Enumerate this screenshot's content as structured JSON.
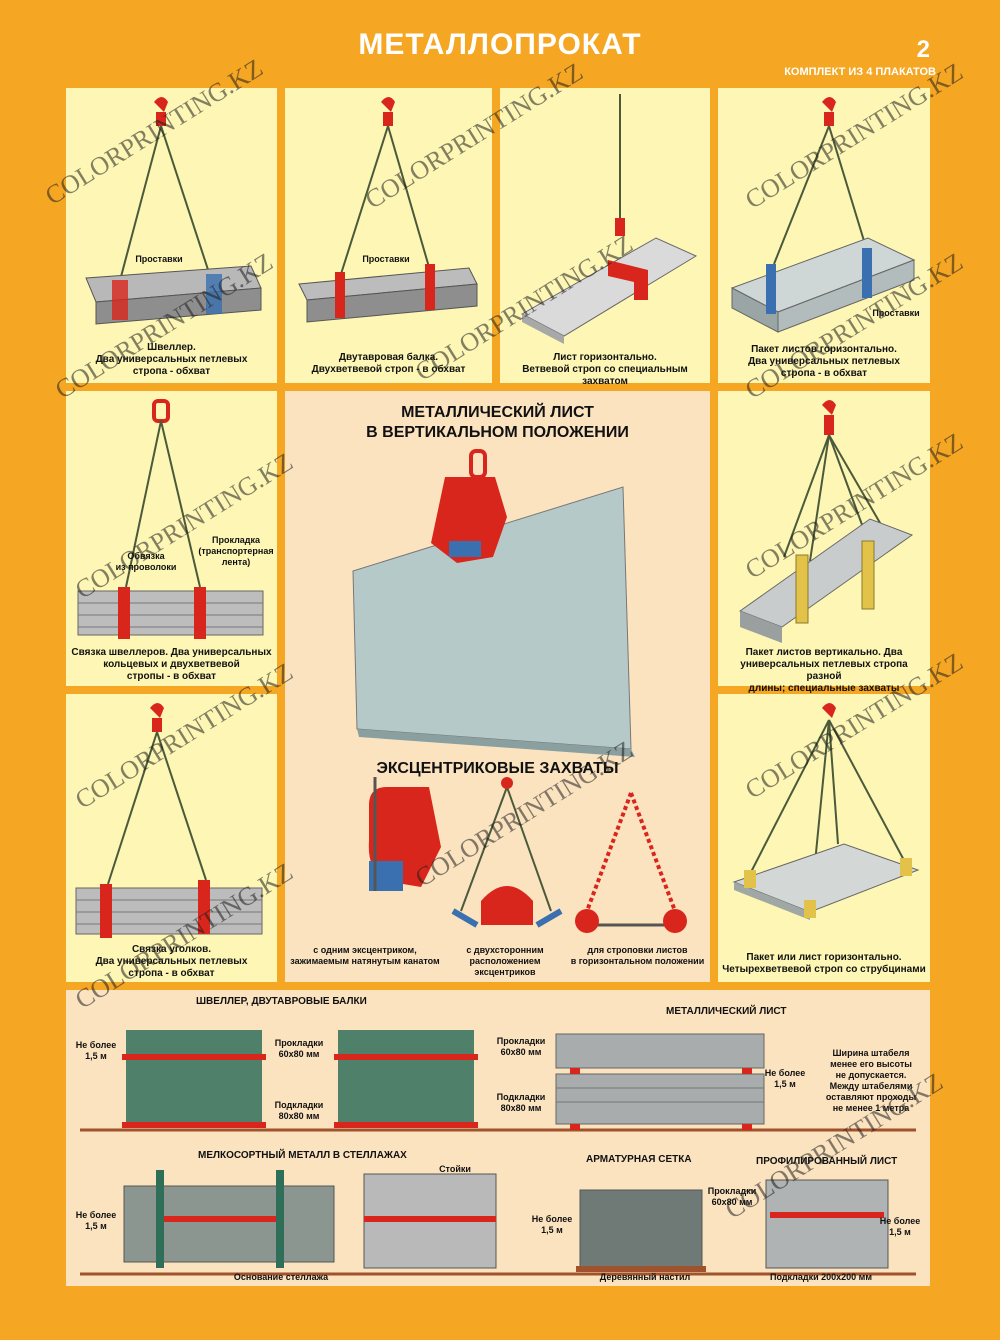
{
  "header": {
    "title": "МЕТАЛЛОПРОКАТ",
    "number": "2",
    "set_note": "КОМПЛЕКТ ИЗ 4 ПЛАКАТОВ"
  },
  "panels": {
    "p1": {
      "label": "Проставки",
      "caption": "Швеллер.\nДва универсальных петлевых\nстропа - обхват"
    },
    "p2": {
      "label": "Проставки",
      "caption": "Двутавровая балка.\nДвухветвевой строп - в обхват"
    },
    "p3": {
      "caption": "Лист горизонтально.\nВетвевой строп со специальным захватом"
    },
    "p4": {
      "label": "Проставки",
      "caption": "Пакет листов горизонтально.\nДва универсальных петлевых\nстропа - в обхват"
    },
    "p5": {
      "label_left": "Обвязка\nиз проволоки",
      "label_right": "Прокладка\n(транспортерная\nлента)",
      "caption": "Связка швеллеров. Два универсальных\nкольцевых и двухветвевой\nстропы - в обхват"
    },
    "p6": {
      "caption": "Связка уголков.\nДва универсальных петлевых\nстропа - в обхват"
    },
    "p7": {
      "caption": "Пакет листов вертикально. Два\nуниверсальных петлевых стропа разной\nдлины; специальные захваты"
    },
    "p8": {
      "caption": "Пакет или лист горизонтально.\nЧетырехветвевой строп со струбцинами"
    },
    "center": {
      "title": "МЕТАЛЛИЧЕСКИЙ ЛИСТ\nВ ВЕРТИКАЛЬНОМ ПОЛОЖЕНИИ",
      "subtitle": "ЭКСЦЕНТРИКОВЫЕ ЗАХВАТЫ",
      "cap1": "с одним эксцентриком,\nзажимаемым натянутым канатом",
      "cap2": "с двухсторонним\nрасположением эксцентриков",
      "cap3": "для строповки листов\nв горизонтальном положении"
    }
  },
  "storage": {
    "beams_title": "ШВЕЛЛЕР, ДВУТАВРОВЫЕ БАЛКИ",
    "sheet_title": "МЕТАЛЛИЧЕСКИЙ ЛИСТ",
    "small_title": "МЕЛКОСОРТНЫЙ МЕТАЛЛ В СТЕЛЛАЖАХ",
    "mesh_title": "АРМАТУРНАЯ СЕТКА",
    "prof_title": "ПРОФИЛИРОВАННЫЙ ЛИСТ",
    "no_more": "Не более\n1,5 м",
    "pads_top": "Прокладки\n60х80 мм",
    "pads_bottom": "Подкладки\n80х80 мм",
    "sheet_pads_top": "Прокладки\n60х80 мм",
    "sheet_pads_bottom": "Подкладки\n80х80 мм",
    "sheet_note": "Ширина штабеля\nменее его высоты\nне допускается.\nМежду штабелями\nоставляют проходы\nне менее 1 метра",
    "posts": "Стойки",
    "rack_base": "Основание стеллажа",
    "wood_floor": "Деревянный настил",
    "prof_pads_top": "Прокладки\n60х80 мм",
    "prof_pads_bottom": "Подкладки 200х200 мм"
  },
  "watermark": "COLORPRINTING.KZ",
  "colors": {
    "background": "#f5a623",
    "panel": "#fdf6b4",
    "center_panel": "#fbe3c0",
    "accent_red": "#d9261c",
    "sling": "#4a5a3a"
  }
}
